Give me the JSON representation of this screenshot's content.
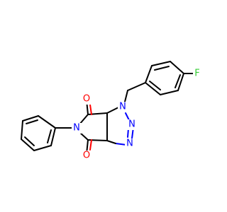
{
  "molecule": {
    "atoms": {
      "o_top": "O",
      "o_bottom": "O",
      "n_imide": "N",
      "n1": "N",
      "n2": "N",
      "n3": "N",
      "f": "F"
    },
    "colors": {
      "bond": "#000000",
      "oxygen": "#ff0000",
      "nitrogen": "#0000ff",
      "fluorine": "#33cc33"
    }
  }
}
